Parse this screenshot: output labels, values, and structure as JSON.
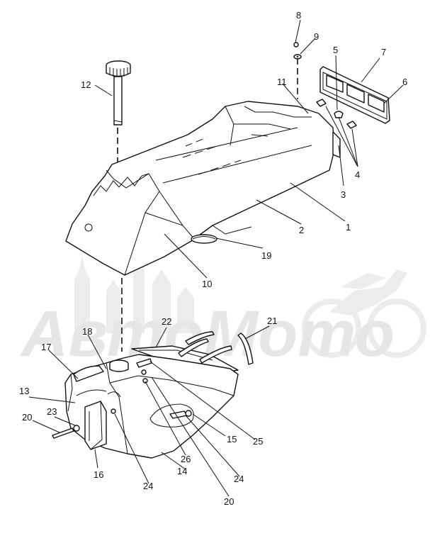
{
  "diagram": {
    "watermark_text": "АвтоМото",
    "callouts": [
      "1",
      "2",
      "3",
      "4",
      "5",
      "6",
      "7",
      "8",
      "9",
      "10",
      "11",
      "12",
      "13",
      "14",
      "15",
      "16",
      "17",
      "18",
      "19",
      "20",
      "21",
      "22",
      "23",
      "24",
      "25",
      "26"
    ]
  },
  "colors": {
    "ink": "#111111",
    "watermark": "#e6e6e6",
    "background": "#ffffff"
  }
}
